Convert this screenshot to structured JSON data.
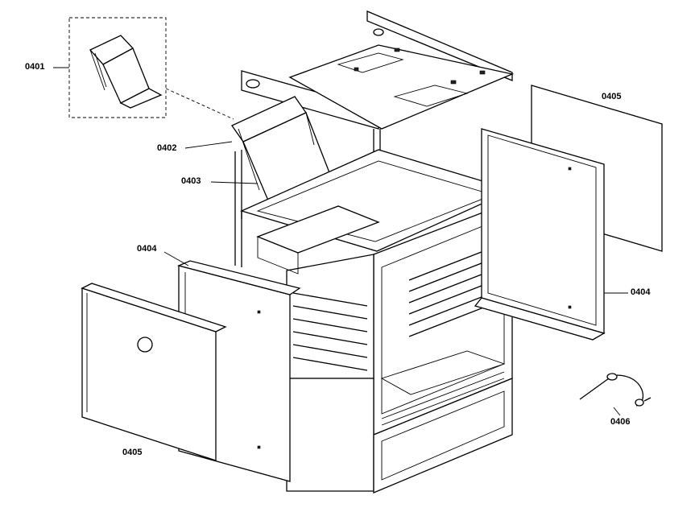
{
  "labels": {
    "p0401": "0401",
    "p0402": "0402",
    "p0403": "0403",
    "p0404_left": "0404",
    "p0404_right": "0404",
    "p0405_left": "0405",
    "p0405_right": "0405",
    "p0406": "0406"
  }
}
